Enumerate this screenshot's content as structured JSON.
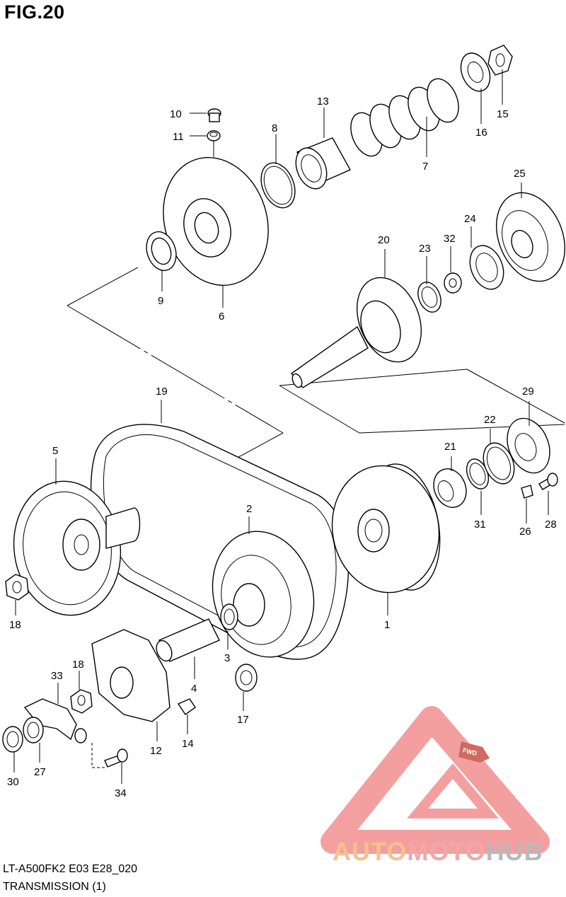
{
  "figure": {
    "title": "FIG.20",
    "code": "LT-A500FK2 E03 E28_020",
    "caption": "TRANSMISSION (1)"
  },
  "watermark": {
    "part1": "AUTO",
    "part2": "MOTO",
    "part3": "HUB",
    "badge": "FWD",
    "colors": {
      "auto": "#f7c08f",
      "moto": "#f4a6a6",
      "hub": "#b9b9b9",
      "triangle": "#f08080"
    }
  },
  "callouts": {
    "p1": "1",
    "p2": "2",
    "p3": "3",
    "p4": "4",
    "p5": "5",
    "p6": "6",
    "p7": "7",
    "p8": "8",
    "p9": "9",
    "p10": "10",
    "p11": "11",
    "p12": "12",
    "p13": "13",
    "p14": "14",
    "p15": "15",
    "p16": "16",
    "p17": "17",
    "p18a": "18",
    "p18b": "18",
    "p19": "19",
    "p20": "20",
    "p21": "21",
    "p22": "22",
    "p23": "23",
    "p24": "24",
    "p25": "25",
    "p26": "26",
    "p27": "27",
    "p28": "28",
    "p29": "29",
    "p30": "30",
    "p31": "31",
    "p32": "32",
    "p33": "33",
    "p34": "34"
  }
}
